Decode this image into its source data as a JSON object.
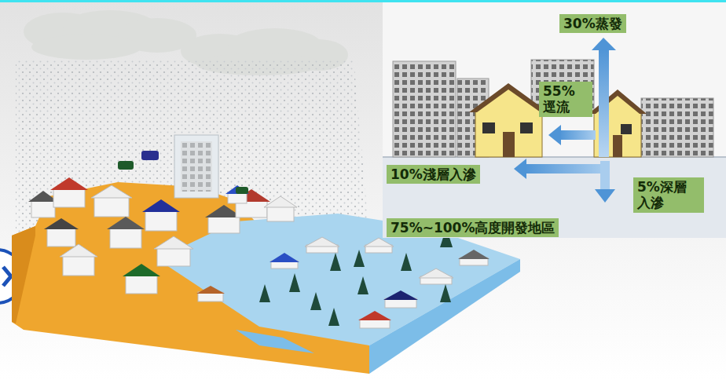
{
  "diagram": {
    "nodes": [
      {
        "text": [
          "30%蒸發"
        ]
      },
      {
        "text": [
          "55% 逕流"
        ]
      },
      {
        "text": [
          "10%淺層入滲"
        ]
      },
      {
        "text": [
          "5%深層 入滲"
        ]
      },
      {
        "text": [
          "75%~100%高度開發地區"
        ]
      }
    ]
  }
}
